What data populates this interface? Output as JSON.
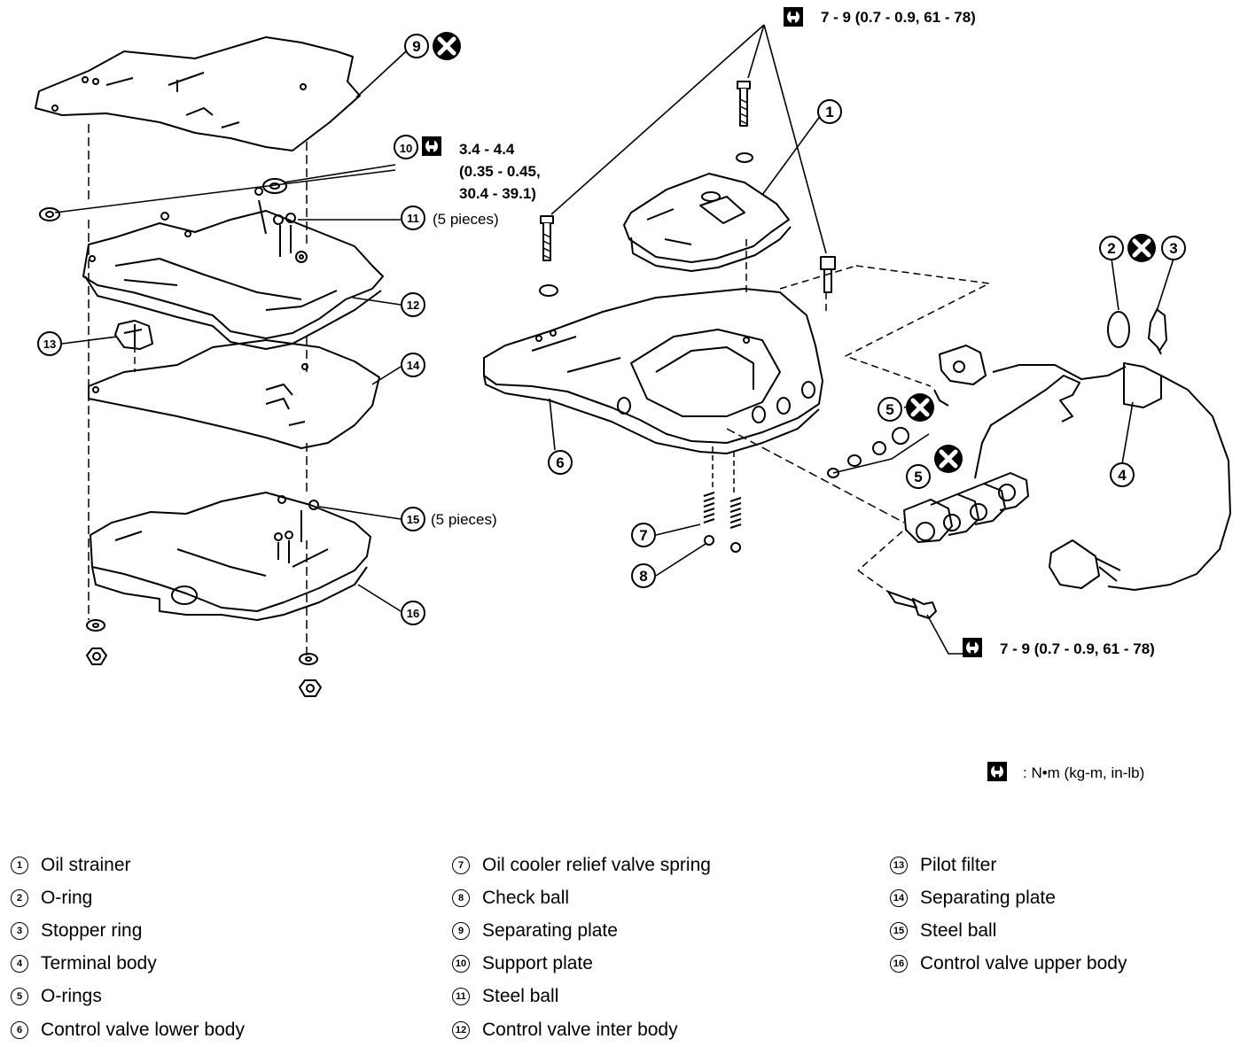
{
  "torque": {
    "top": "7 - 9 (0.7 - 0.9, 61 - 78)",
    "bottom": "7 - 9 (0.7 - 0.9, 61 - 78)",
    "support_plate": [
      "3.4 - 4.4",
      "(0.35 - 0.45,",
      "30.4 - 39.1)"
    ]
  },
  "pieces_note_11": "(5 pieces)",
  "pieces_note_15": "(5 pieces)",
  "unit_note": ": N•m (kg-m, in-lb)",
  "icons": {
    "torque": "torque-wrench-icon",
    "replace": "do-not-reuse-x-icon"
  },
  "callouts": [
    "1",
    "2",
    "3",
    "4",
    "5",
    "5",
    "6",
    "7",
    "8",
    "9",
    "10",
    "11",
    "12",
    "13",
    "14",
    "15",
    "16"
  ],
  "legend": {
    "col1": [
      {
        "num": "1",
        "label": "Oil strainer"
      },
      {
        "num": "2",
        "label": "O-ring"
      },
      {
        "num": "3",
        "label": "Stopper ring"
      },
      {
        "num": "4",
        "label": "Terminal body"
      },
      {
        "num": "5",
        "label": "O-rings"
      },
      {
        "num": "6",
        "label": "Control valve lower body"
      }
    ],
    "col2": [
      {
        "num": "7",
        "label": "Oil cooler relief valve spring"
      },
      {
        "num": "8",
        "label": "Check ball"
      },
      {
        "num": "9",
        "label": "Separating plate"
      },
      {
        "num": "10",
        "label": "Support plate"
      },
      {
        "num": "11",
        "label": "Steel ball"
      },
      {
        "num": "12",
        "label": "Control valve inter body"
      }
    ],
    "col3": [
      {
        "num": "13",
        "label": "Pilot filter"
      },
      {
        "num": "14",
        "label": "Separating plate"
      },
      {
        "num": "15",
        "label": "Steel ball"
      },
      {
        "num": "16",
        "label": "Control valve upper body"
      }
    ]
  }
}
